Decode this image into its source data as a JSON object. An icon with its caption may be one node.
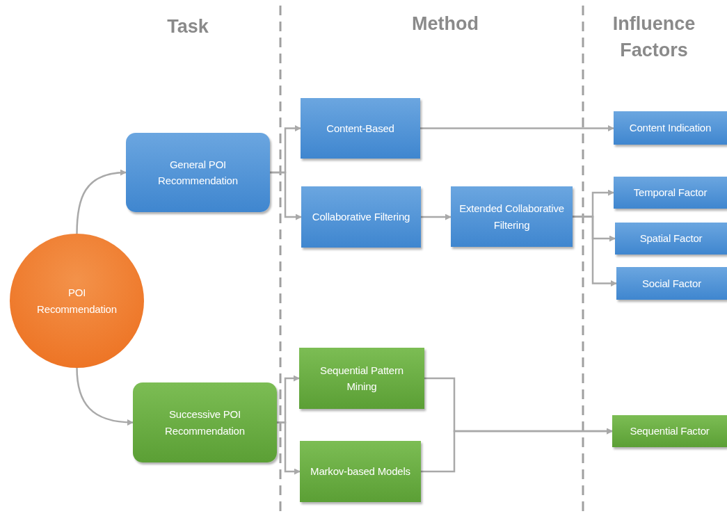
{
  "diagram": {
    "nodes": [
      {
        "text": [
          "POI Recommendation"
        ]
      },
      {
        "text": [
          "General POI Recommendation"
        ]
      },
      {
        "text": [
          "Successive  POI Recommendation"
        ]
      },
      {
        "text": [
          "Content-Based"
        ]
      },
      {
        "text": [
          "Collaborative Filtering"
        ]
      },
      {
        "text": [
          "Extended Collaborative Filtering"
        ]
      },
      {
        "text": [
          "Sequential Pattern Mining"
        ]
      },
      {
        "text": [
          "Markov-based Models"
        ]
      },
      {
        "text": [
          "Content Indication"
        ]
      },
      {
        "text": [
          "Temporal Factor"
        ]
      },
      {
        "text": [
          "Spatial Factor"
        ]
      },
      {
        "text": [
          "Social Factor"
        ]
      },
      {
        "text": [
          "Sequential Factor"
        ]
      }
    ],
    "edges": [
      {
        "from": 0,
        "to": 1,
        "arrow": "to"
      },
      {
        "from": 0,
        "to": 2,
        "arrow": "to"
      },
      {
        "from": 1,
        "to": 3,
        "arrow": "to"
      },
      {
        "from": 1,
        "to": 4,
        "arrow": "to"
      },
      {
        "from": 3,
        "to": 8,
        "arrow": "to"
      },
      {
        "from": 4,
        "to": 5,
        "arrow": "to"
      },
      {
        "from": 5,
        "to": 9,
        "arrow": "to"
      },
      {
        "from": 5,
        "to": 10,
        "arrow": "to"
      },
      {
        "from": 5,
        "to": 11,
        "arrow": "to"
      },
      {
        "from": 2,
        "to": 6,
        "arrow": "to"
      },
      {
        "from": 2,
        "to": 7,
        "arrow": "to"
      },
      {
        "from": 6,
        "to": 12,
        "arrow": "to"
      },
      {
        "from": 7,
        "to": 12,
        "arrow": "to"
      }
    ],
    "labels": [
      "Task",
      "Method",
      "Influence Factors"
    ]
  }
}
